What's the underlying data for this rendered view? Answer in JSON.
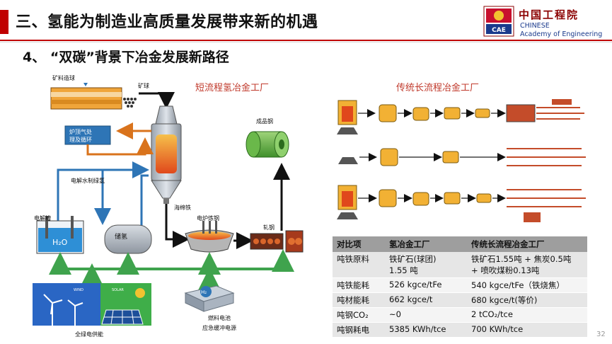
{
  "header": {
    "title": "三、氢能为制造业高质量发展带来新的机遇",
    "subtitle": "4、  “双碳”背景下冶金发展新路径"
  },
  "logo": {
    "cn_name": "中国工程院",
    "en_line1": "CHINESE",
    "en_line2": "Academy of Engineering"
  },
  "left_diagram": {
    "title": "短流程氢冶金工厂",
    "labels": {
      "ore_pelletizing": "矿料造球",
      "pellets": "矿球",
      "top_gas_1": "炉顶气处",
      "top_gas_2": "理及循环",
      "electrolysis_hydrogen": "电解水制绿氢",
      "electrolyzer": "电解槽",
      "h2o": "H₂O",
      "hydrogen_storage": "储氢",
      "sponge_iron": "海绵铁",
      "eaf": "电炉炼钢",
      "rolling": "轧钢",
      "finished_steel": "成品钢",
      "fuel_cell": "燃料电池",
      "emergency_power": "应急缓冲电源",
      "green_power": "全绿电供能",
      "wind": "WIND",
      "solar": "SOLAR",
      "h2_badge": "H₂"
    }
  },
  "right_diagram": {
    "title": "传统长流程冶金工厂"
  },
  "table": {
    "headers": [
      "对比项",
      "氢冶金工厂",
      "传统长流程冶金工厂"
    ],
    "rows": [
      [
        "吨铁原料",
        "铁矿石(球团)\n1.55 吨",
        "铁矿石1.55吨 + 焦炭0.5吨\n+ 喷吹煤粉0.13吨"
      ],
      [
        "吨铁能耗",
        "526 kgce/tFe",
        "540 kgce/tFe（铁烧焦）"
      ],
      [
        "吨材能耗",
        "662 kgce/t",
        "680 kgce/t(等价)"
      ],
      [
        "吨钢CO₂",
        "~0",
        "2 tCO₂/tce"
      ],
      [
        "吨钢耗电",
        "5385 KWh/tce",
        "700 KWh/tce"
      ]
    ]
  },
  "page_number": "32",
  "colors": {
    "accent_red": "#c00000",
    "flow_green": "#3fa34d",
    "flow_blue": "#2e75b6",
    "flow_orange": "#d9731c"
  }
}
